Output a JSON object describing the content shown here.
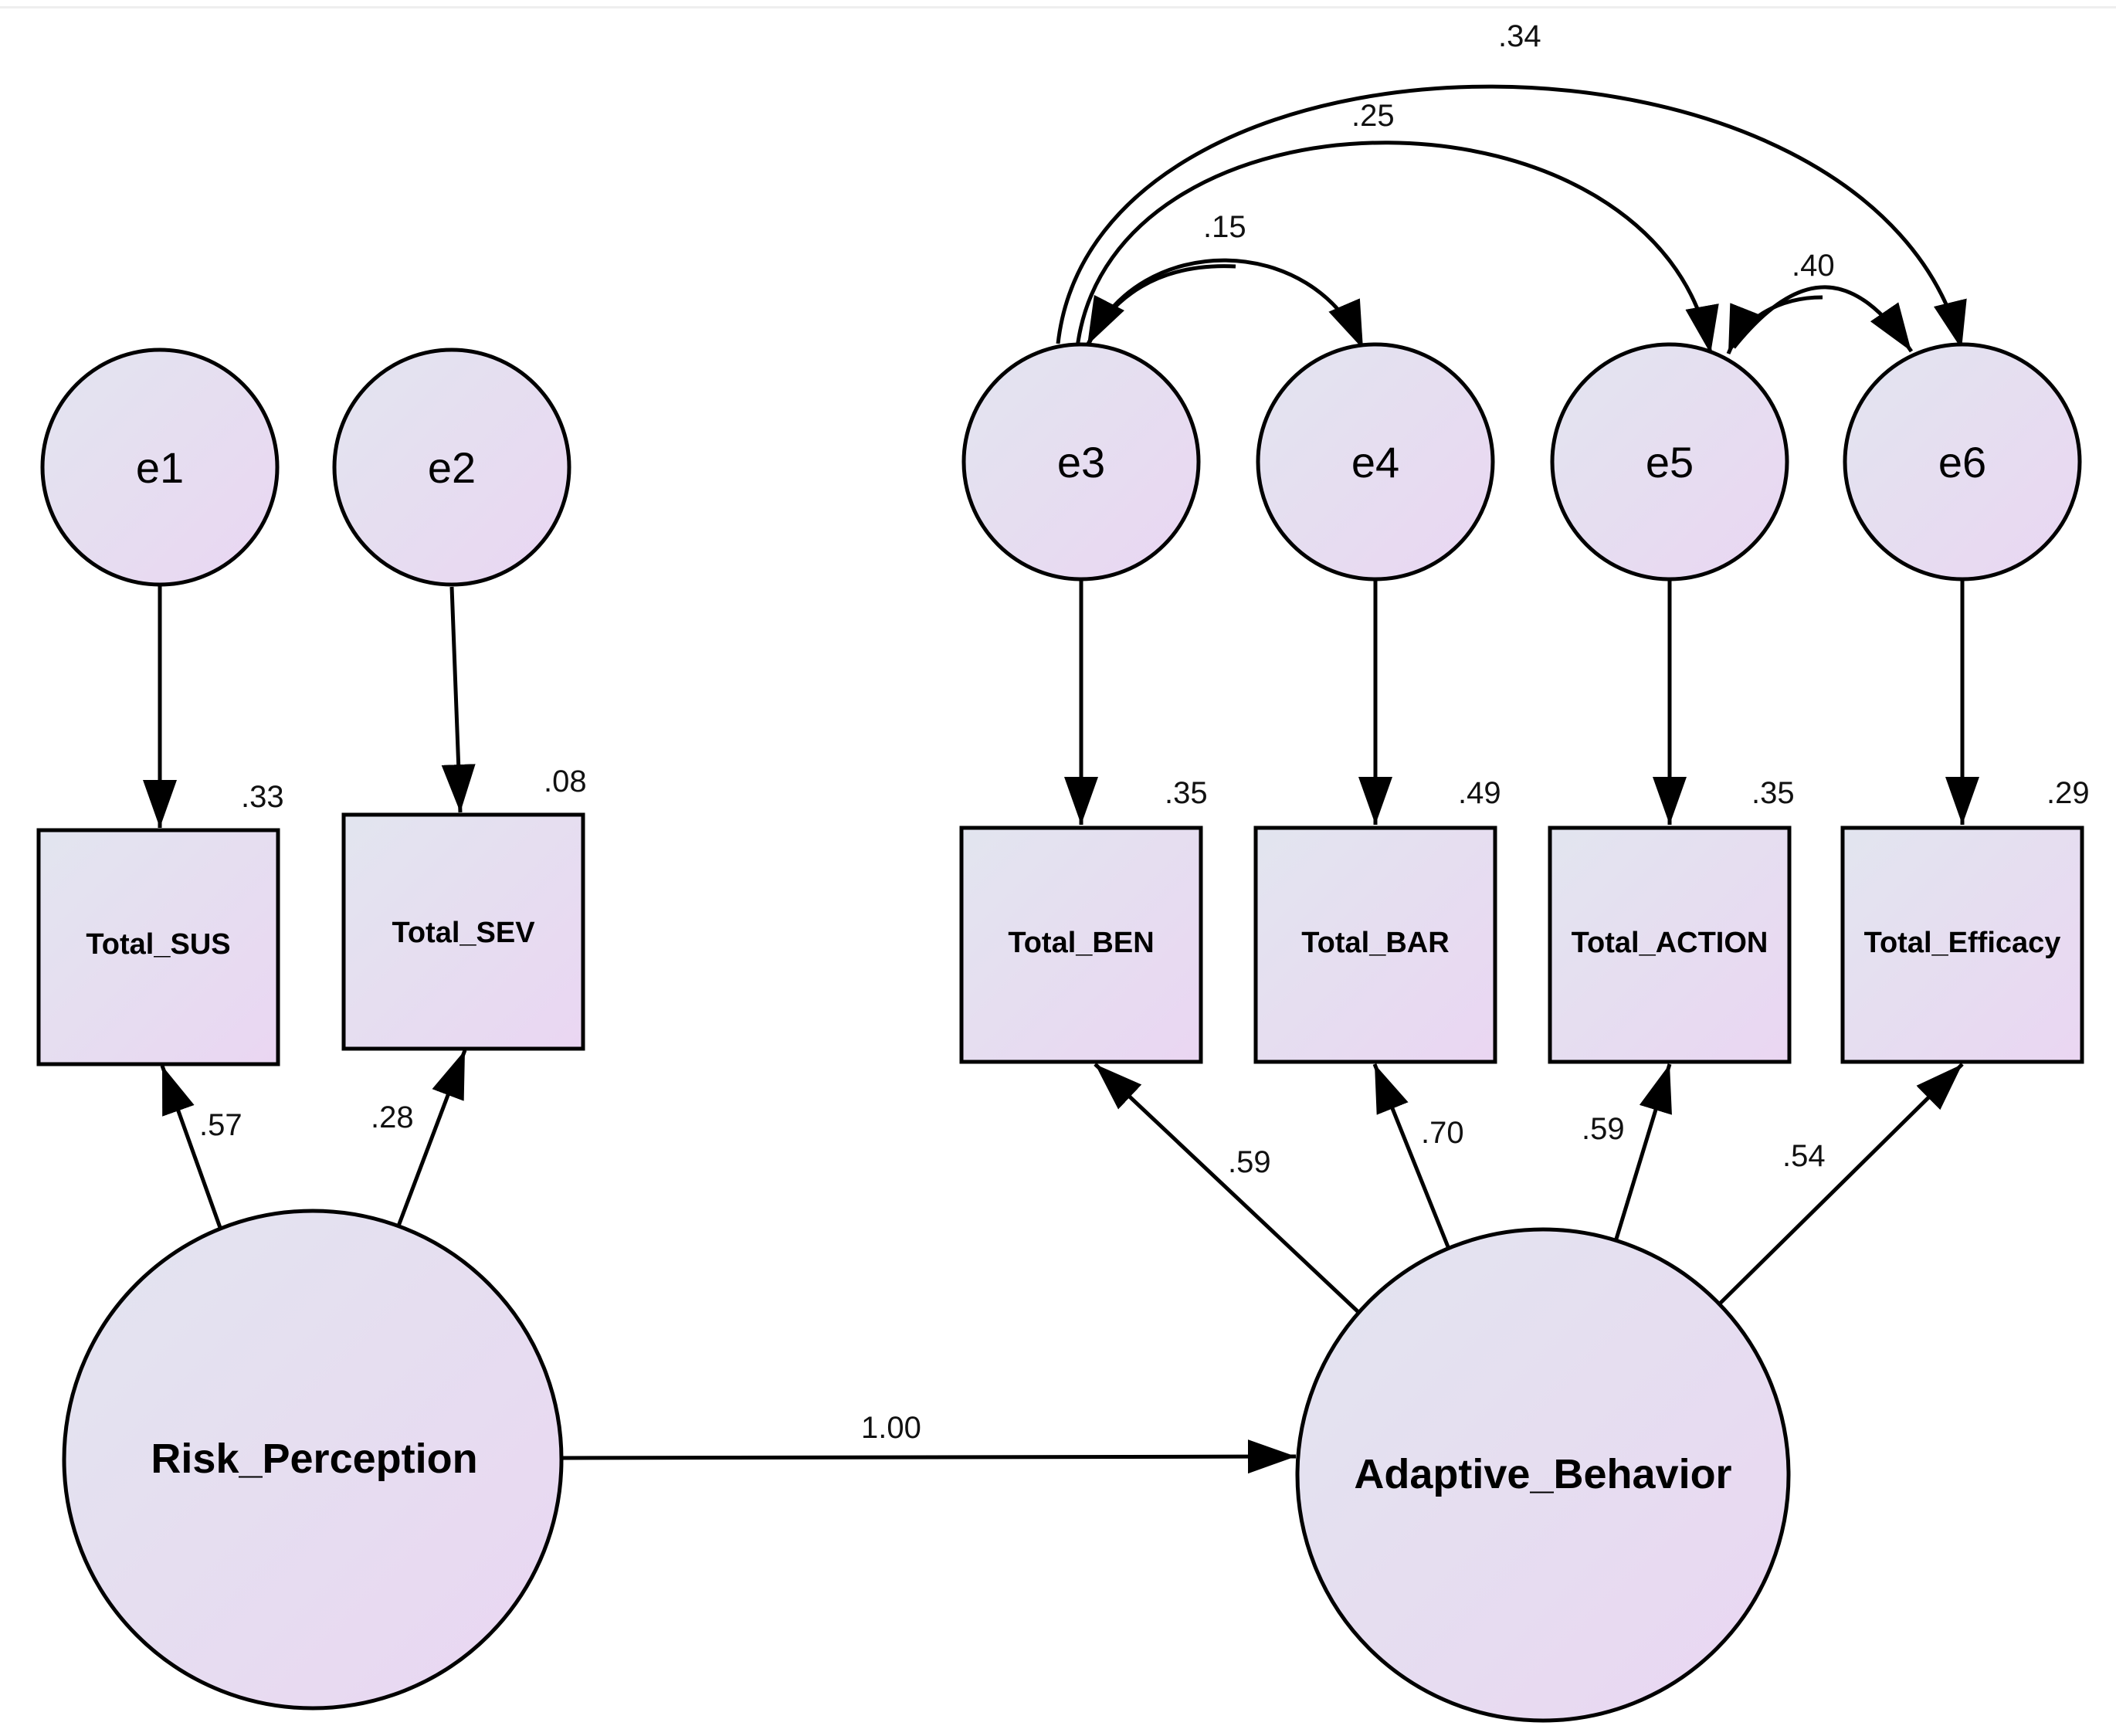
{
  "diagram": {
    "colors": {
      "node_fill_start": "#e2e5ef",
      "node_fill_end": "#ead6f2",
      "stroke": "#000000"
    },
    "latents": {
      "risk": "Risk_Perception",
      "adaptive": "Adaptive_Behavior"
    },
    "errors": {
      "e1": "e1",
      "e2": "e2",
      "e3": "e3",
      "e4": "e4",
      "e5": "e5",
      "e6": "e6"
    },
    "indicators": {
      "sus": "Total_SUS",
      "sev": "Total_SEV",
      "ben": "Total_BEN",
      "bar": "Total_BAR",
      "action": "Total_ACTION",
      "efficacy": "Total_Efficacy"
    },
    "r_squared": {
      "sus": ".33",
      "sev": ".08",
      "ben": ".35",
      "bar": ".49",
      "action": ".35",
      "efficacy": ".29"
    },
    "loadings": {
      "sus": ".57",
      "sev": ".28",
      "ben": ".59",
      "bar": ".70",
      "action": ".59",
      "efficacy": ".54"
    },
    "structural": {
      "risk_to_adaptive": "1.00"
    },
    "covariances": {
      "e3_e6": ".34",
      "e3_e5": ".25",
      "e3_e4": ".15",
      "e5_e6": ".40"
    }
  }
}
